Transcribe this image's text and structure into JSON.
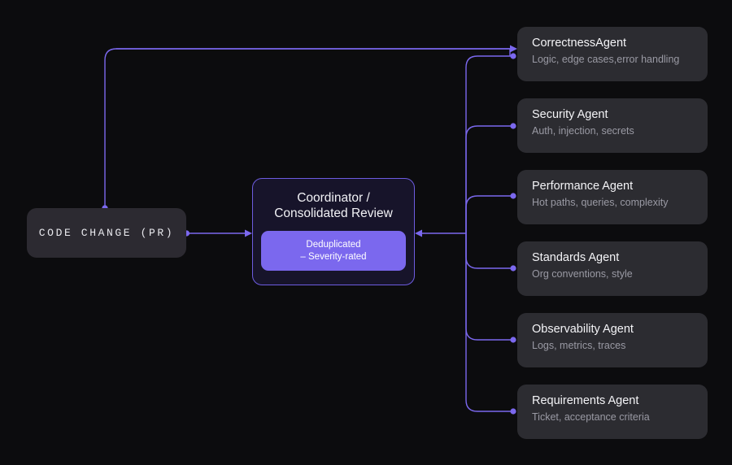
{
  "canvas": {
    "background": "#0c0c0e",
    "accent": "#7b68ee",
    "card_bg": "#2c2c31",
    "coordinator_bg": "#17142a",
    "coordinator_border": "#6d5ce0"
  },
  "source": {
    "label": "CODE CHANGE (PR)"
  },
  "coordinator": {
    "title": "Coordinator /\nConsolidated Review",
    "badge": "Deduplicated\n– Severity-rated"
  },
  "agents": [
    {
      "title": "CorrectnessAgent",
      "subtitle": "Logic, edge cases,error handling"
    },
    {
      "title": "Security Agent",
      "subtitle": "Auth, injection,  secrets"
    },
    {
      "title": "Performance Agent",
      "subtitle": "Hot paths, queries, complexity"
    },
    {
      "title": "Standards Agent",
      "subtitle": "Org conventions, style"
    },
    {
      "title": "Observability Agent",
      "subtitle": "Logs, metrics, traces"
    },
    {
      "title": "Requirements Agent",
      "subtitle": "Ticket, acceptance criteria"
    }
  ]
}
